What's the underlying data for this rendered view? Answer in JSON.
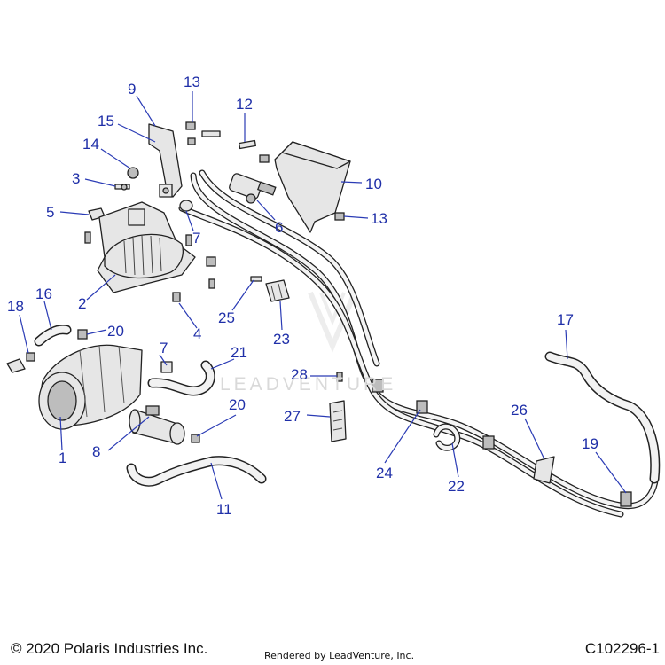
{
  "footer": {
    "copyright": "© 2020 Polaris Industries Inc.",
    "rendered_by": "Rendered by LeadVenture, Inc.",
    "diagram_id": "C102296-1"
  },
  "watermark": {
    "text": "LEADVENTURE"
  },
  "callouts": {
    "c1": "1",
    "c2": "2",
    "c3": "3",
    "c4": "4",
    "c5": "5",
    "c6": "6",
    "c7a": "7",
    "c7b": "7",
    "c8": "8",
    "c9": "9",
    "c10": "10",
    "c11": "11",
    "c12": "12",
    "c13a": "13",
    "c13b": "13",
    "c14": "14",
    "c15": "15",
    "c16": "16",
    "c17": "17",
    "c18": "18",
    "c19": "19",
    "c20a": "20",
    "c20b": "20",
    "c21": "21",
    "c22": "22",
    "c23": "23",
    "c24": "24",
    "c25": "25",
    "c26": "26",
    "c27": "27",
    "c28": "28"
  },
  "colors": {
    "callout": "#1f2fa8",
    "line": "#222222",
    "fill": "#e6e6e6"
  }
}
